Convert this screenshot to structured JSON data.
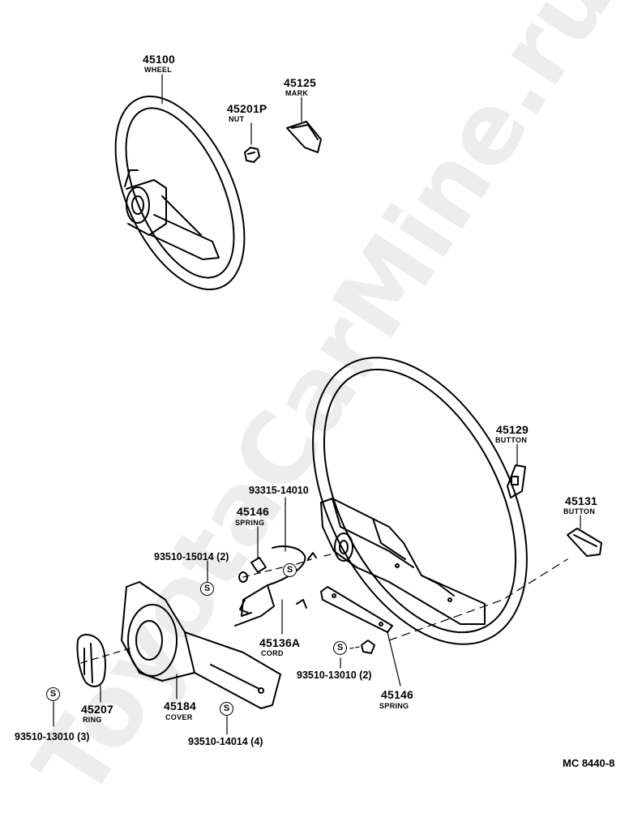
{
  "watermark": "ToyotaCarMine.ru",
  "diagram_code": "MC 8440-8",
  "parts": {
    "p45100": {
      "number": "45100",
      "name": "WHEEL"
    },
    "p45125": {
      "number": "45125",
      "name": "MARK"
    },
    "p45201p": {
      "number": "45201P",
      "name": "NUT"
    },
    "p45129": {
      "number": "45129",
      "name": "BUTTON"
    },
    "p45131": {
      "number": "45131",
      "name": "BUTTON"
    },
    "p93315": {
      "number": "93315-14010"
    },
    "p45146a": {
      "number": "45146",
      "name": "SPRING"
    },
    "p93510_15014": {
      "number": "93510-15014 (2)"
    },
    "p45136a": {
      "number": "45136A",
      "name": "CORD"
    },
    "p93510_13010b": {
      "number": "93510-13010 (2)"
    },
    "p45146b": {
      "number": "45146",
      "name": "SPRING"
    },
    "p45207": {
      "number": "45207",
      "name": "RING"
    },
    "p45184": {
      "number": "45184",
      "name": "COVER"
    },
    "p93510_13010a": {
      "number": "93510-13010 (3)"
    },
    "p93510_14014": {
      "number": "93510-14014 (4)"
    }
  },
  "standard_mark": "S"
}
